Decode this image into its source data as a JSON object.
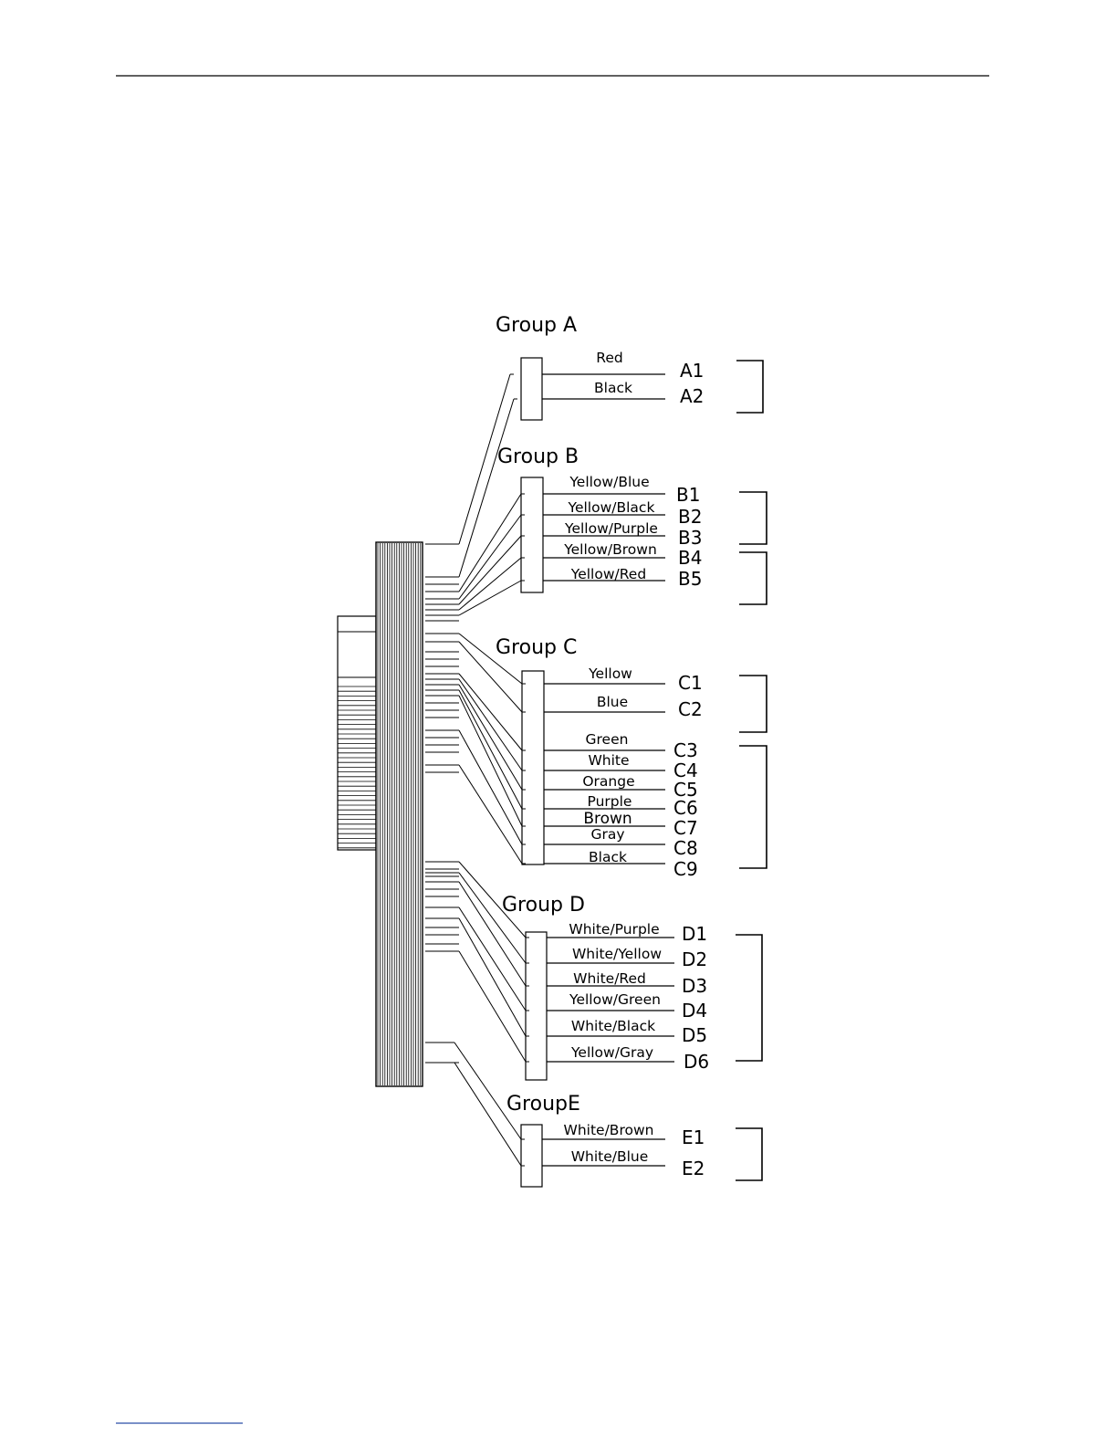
{
  "groups": [
    {
      "title": "Group A",
      "wires": [
        {
          "color": "Red",
          "terminal": "A1"
        },
        {
          "color": "Black",
          "terminal": "A2"
        }
      ]
    },
    {
      "title": "Group B",
      "wires": [
        {
          "color": "Yellow/Blue",
          "terminal": "B1"
        },
        {
          "color": "Yellow/Black",
          "terminal": "B2"
        },
        {
          "color": "Yellow/Purple",
          "terminal": "B3"
        },
        {
          "color": "Yellow/Brown",
          "terminal": "B4"
        },
        {
          "color": "Yellow/Red",
          "terminal": "B5"
        }
      ]
    },
    {
      "title": "Group C",
      "wires": [
        {
          "color": "Yellow",
          "terminal": "C1"
        },
        {
          "color": "Blue",
          "terminal": "C2"
        },
        {
          "color": "Green",
          "terminal": "C3"
        },
        {
          "color": "White",
          "terminal": "C4"
        },
        {
          "color": "Orange",
          "terminal": "C5"
        },
        {
          "color": "Purple",
          "terminal": "C6"
        },
        {
          "color": "Brown",
          "terminal": "C7"
        },
        {
          "color": "Gray",
          "terminal": "C8"
        },
        {
          "color": "Black",
          "terminal": "C9"
        }
      ]
    },
    {
      "title": "Group D",
      "wires": [
        {
          "color": "White/Purple",
          "terminal": "D1"
        },
        {
          "color": "White/Yellow",
          "terminal": "D2"
        },
        {
          "color": "White/Red",
          "terminal": "D3"
        },
        {
          "color": "Yellow/Green",
          "terminal": "D4"
        },
        {
          "color": "White/Black",
          "terminal": "D5"
        },
        {
          "color": "Yellow/Gray",
          "terminal": "D6"
        }
      ]
    },
    {
      "title": "GroupE",
      "wires": [
        {
          "color": "White/Brown",
          "terminal": "E1"
        },
        {
          "color": "White/Blue",
          "terminal": "E2"
        }
      ]
    }
  ]
}
